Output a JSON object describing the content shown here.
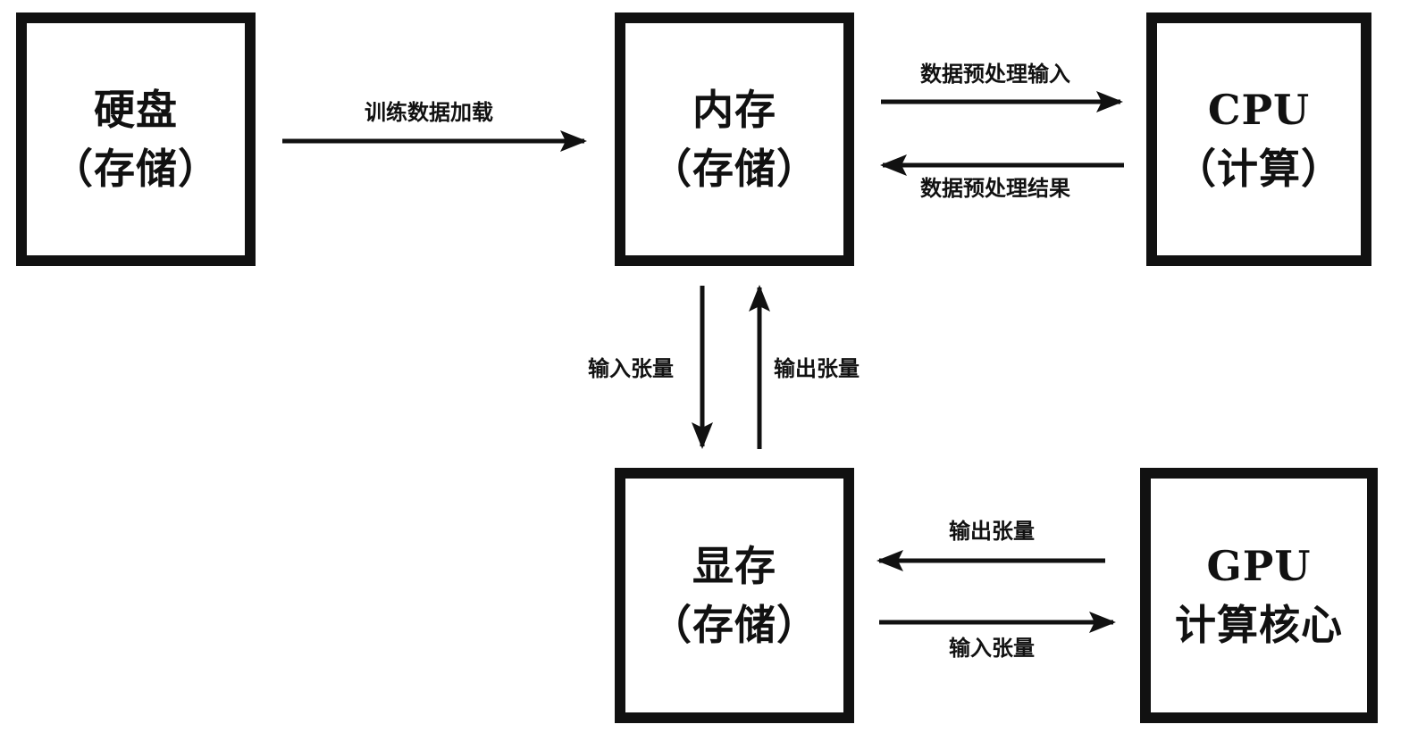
{
  "nodes": {
    "disk": {
      "line1": "硬盘",
      "line2": "（存储）"
    },
    "memory": {
      "line1": "内存",
      "line2": "（存储）"
    },
    "cpu": {
      "line1": "CPU",
      "line2": "（计算）"
    },
    "vram": {
      "line1": "显存",
      "line2": "（存储）"
    },
    "gpu": {
      "line1": "GPU",
      "line2": "计算核心"
    }
  },
  "edges": {
    "disk_to_memory": "训练数据加载",
    "memory_to_cpu": "数据预处理输入",
    "cpu_to_memory": "数据预处理结果",
    "memory_to_vram": "输入张量",
    "vram_to_memory": "输出张量",
    "gpu_to_vram": "输出张量",
    "vram_to_gpu": "输入张量"
  },
  "colors": {
    "stroke": "#111111",
    "background": "#ffffff"
  }
}
